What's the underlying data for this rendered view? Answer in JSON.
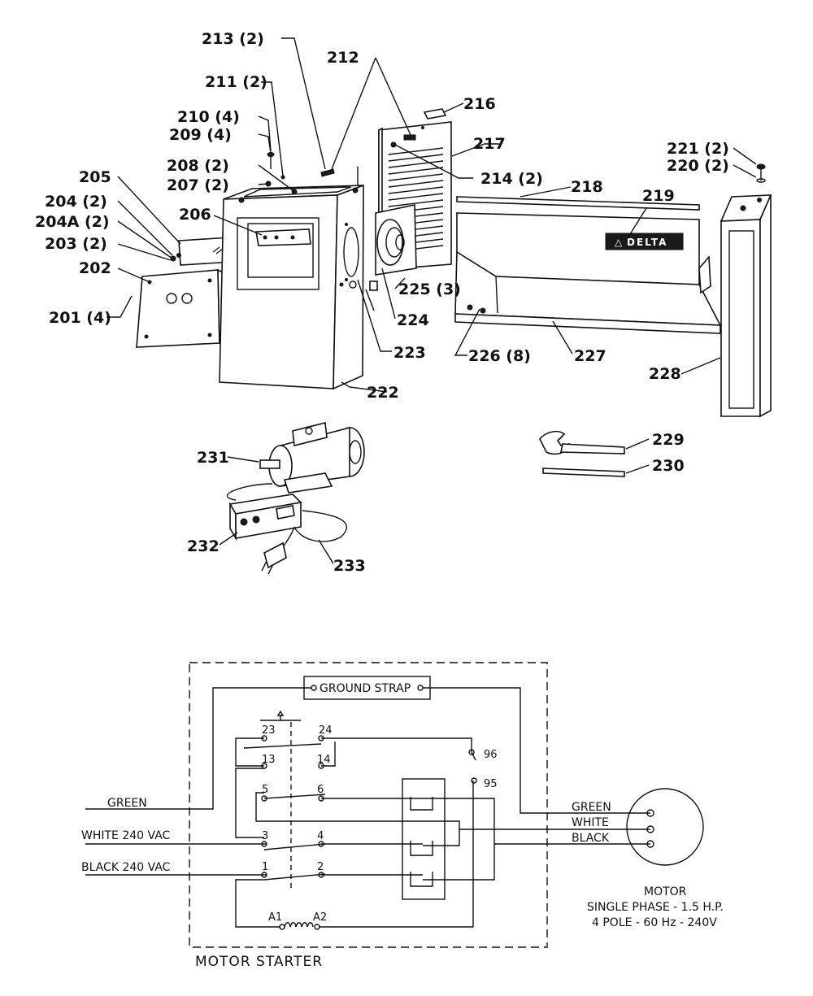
{
  "parts": {
    "p201": "201 (4)",
    "p202": "202",
    "p203": "203 (2)",
    "p204a": "204A (2)",
    "p204": "204 (2)",
    "p205": "205",
    "p206": "206",
    "p207": "207 (2)",
    "p208": "208 (2)",
    "p209": "209 (4)",
    "p210": "210 (4)",
    "p211": "211 (2)",
    "p212": "212",
    "p213": "213 (2)",
    "p214": "214 (2)",
    "p216": "216",
    "p217": "217",
    "p218": "218",
    "p219": "219",
    "p220": "220 (2)",
    "p221": "221 (2)",
    "p222": "222",
    "p223": "223",
    "p224": "224",
    "p225": "225 (3)",
    "p226": "226 (8)",
    "p227": "227",
    "p228": "228",
    "p229": "229",
    "p230": "230",
    "p231": "231",
    "p232": "232",
    "p233": "233"
  },
  "logo": {
    "text": "DELTA",
    "mark": "△"
  },
  "wiring": {
    "ground_strap": "GROUND STRAP",
    "line_green": "GREEN",
    "line_white": "WHITE 240 VAC",
    "line_black": "BLACK 240 VAC",
    "motor_green": "GREEN",
    "motor_white": "WHITE",
    "motor_black": "BLACK",
    "starter_label": "MOTOR STARTER",
    "terminals": {
      "t23": "23",
      "t24": "24",
      "t13": "13",
      "t14": "14",
      "t5": "5",
      "t6": "6",
      "t3": "3",
      "t4": "4",
      "t1": "1",
      "t2": "2",
      "t96": "96",
      "t95": "95",
      "tA1": "A1",
      "tA2": "A2"
    },
    "motor": {
      "title": "MOTOR",
      "spec1": "SINGLE PHASE - 1.5 H.P.",
      "spec2": "4 POLE - 60 Hz - 240V"
    }
  }
}
